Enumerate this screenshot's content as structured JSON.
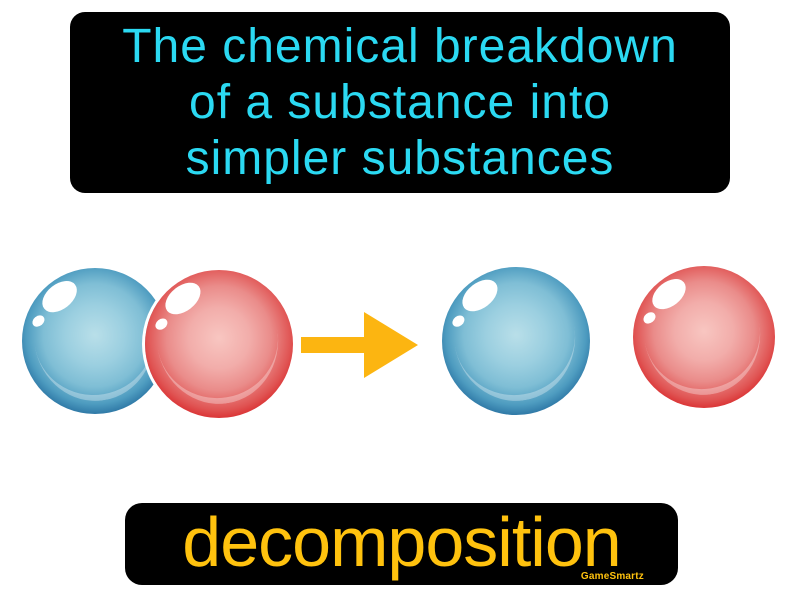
{
  "definition_box": {
    "lines": [
      "The chemical breakdown",
      "of a substance into",
      "simpler substances"
    ],
    "text_color": "#2bd9f2",
    "background": "#000000"
  },
  "diagram": {
    "before": {
      "atoms": [
        "blue-atom",
        "red-atom"
      ]
    },
    "arrow": {
      "direction": "right",
      "color": "#fcb511"
    },
    "after": {
      "atoms": [
        "blue-atom",
        "red-atom"
      ]
    },
    "atom_colors": {
      "blue": "#0f517e",
      "red": "#d30d12"
    }
  },
  "term_box": {
    "label": "decomposition",
    "text_color": "#ffc20e",
    "background": "#000000"
  },
  "watermark": {
    "label": "GameSmartz",
    "color": "#ffc20e"
  }
}
